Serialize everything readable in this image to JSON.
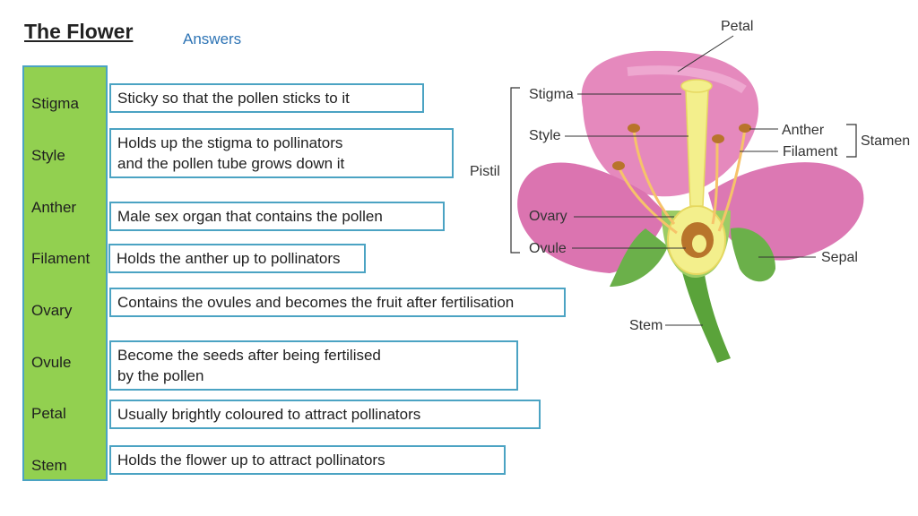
{
  "page": {
    "title": "The Flower",
    "subtitle": "Answers"
  },
  "terms": [
    "Stigma",
    "Style",
    "Anther",
    "Filament",
    "Ovary",
    "Ovule",
    "Petal",
    "Stem"
  ],
  "answers": [
    "Sticky so that the pollen sticks to it",
    "Holds up the stigma to pollinators\nand the pollen tube grows down it",
    "Male sex organ that contains the pollen",
    "Holds the anther up to pollinators",
    "Contains the ovules and becomes the fruit after fertilisation",
    "Become the seeds after being fertilised\n by the pollen",
    "Usually brightly coloured to attract pollinators",
    "Holds the flower up to attract pollinators"
  ],
  "diagram": {
    "labels": {
      "petal": "Petal",
      "stigma": "Stigma",
      "style": "Style",
      "pistil": "Pistil",
      "ovary": "Ovary",
      "ovule": "Ovule",
      "anther": "Anther",
      "filament": "Filament",
      "stamen": "Stamen",
      "sepal": "Sepal",
      "stem": "Stem"
    }
  },
  "colors": {
    "term_column_fill": "#92d050",
    "box_border": "#4ba3c3",
    "answers_text": "#2e74b5",
    "petal_pink": "#e27fb8",
    "stem_green": "#5aa33a",
    "style_yellow": "#f3ef8c"
  }
}
